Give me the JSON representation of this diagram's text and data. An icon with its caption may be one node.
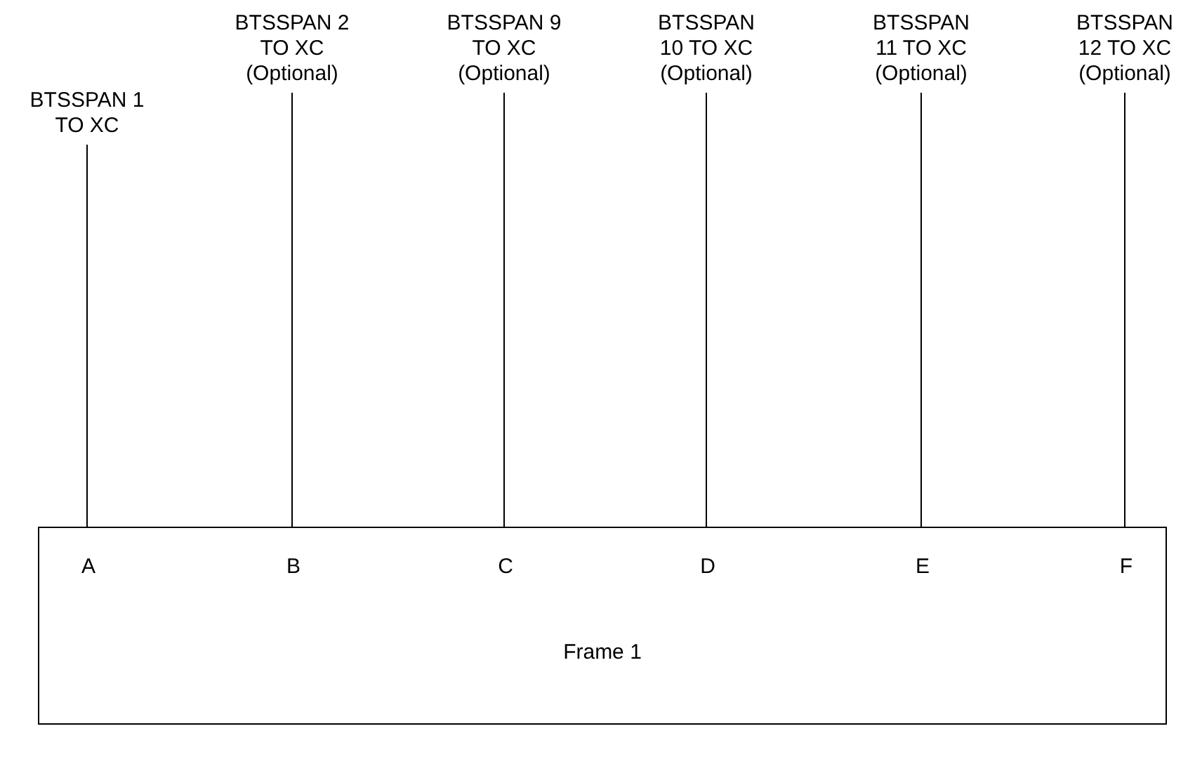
{
  "diagram": {
    "nodes": [
      {
        "text": [
          "Frame 1"
        ]
      },
      {
        "text": [
          "BTSSPAN 1 TO XC"
        ]
      },
      {
        "text": [
          "BTSSPAN 2 TO XC (Optional)"
        ]
      },
      {
        "text": [
          "BTSSPAN 9 TO XC (Optional)"
        ]
      },
      {
        "text": [
          "BTSSPAN 10 TO XC (Optional)"
        ]
      },
      {
        "text": [
          "BTSSPAN 11 TO XC (Optional)"
        ]
      },
      {
        "text": [
          "BTSSPAN 12 TO XC (Optional)"
        ]
      }
    ],
    "edges": [
      {
        "from": 1,
        "to": 0,
        "arrow": "none"
      },
      {
        "from": 2,
        "to": 0,
        "arrow": "none"
      },
      {
        "from": 3,
        "to": 0,
        "arrow": "none"
      },
      {
        "from": 4,
        "to": 0,
        "arrow": "none"
      },
      {
        "from": 5,
        "to": 0,
        "arrow": "none"
      },
      {
        "from": 6,
        "to": 0,
        "arrow": "none"
      }
    ],
    "labels": [
      "A",
      "B",
      "C",
      "D",
      "E",
      "F"
    ]
  }
}
